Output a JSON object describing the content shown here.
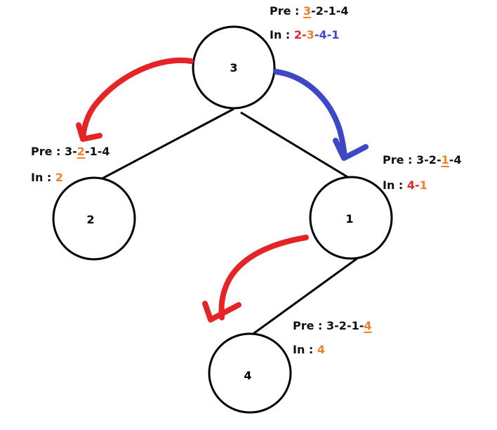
{
  "colors": {
    "black": "#111111",
    "orange": "#f07f26",
    "red": "#e52427",
    "blue": "#3e47c4"
  },
  "nodes": {
    "root": "3",
    "left": "2",
    "right": "1",
    "right_left": "4"
  },
  "annotations": {
    "root": {
      "pre_label": "Pre : ",
      "pre_seq": [
        "3",
        "-",
        "2",
        "-",
        "1",
        "-",
        "4"
      ],
      "in_label": "In : ",
      "in_seq": [
        "2",
        "-",
        "3",
        "-",
        "4",
        "-",
        "1"
      ]
    },
    "left": {
      "pre_label": "Pre : ",
      "pre_seq": [
        "3",
        "-",
        "2",
        "-",
        "1",
        "-",
        "4"
      ],
      "in_label": "In : ",
      "in_seq": [
        "2"
      ]
    },
    "right": {
      "pre_label": "Pre : ",
      "pre_seq": [
        "3",
        "-",
        "2",
        "-",
        "1",
        "-",
        "4"
      ],
      "in_label": "In : ",
      "in_seq": [
        "4",
        "-",
        "1"
      ]
    },
    "right_left": {
      "pre_label": "Pre : ",
      "pre_seq": [
        "3",
        "-",
        "2",
        "-",
        "1",
        "-",
        "4"
      ],
      "in_label": "In : ",
      "in_seq": [
        "4"
      ]
    }
  }
}
